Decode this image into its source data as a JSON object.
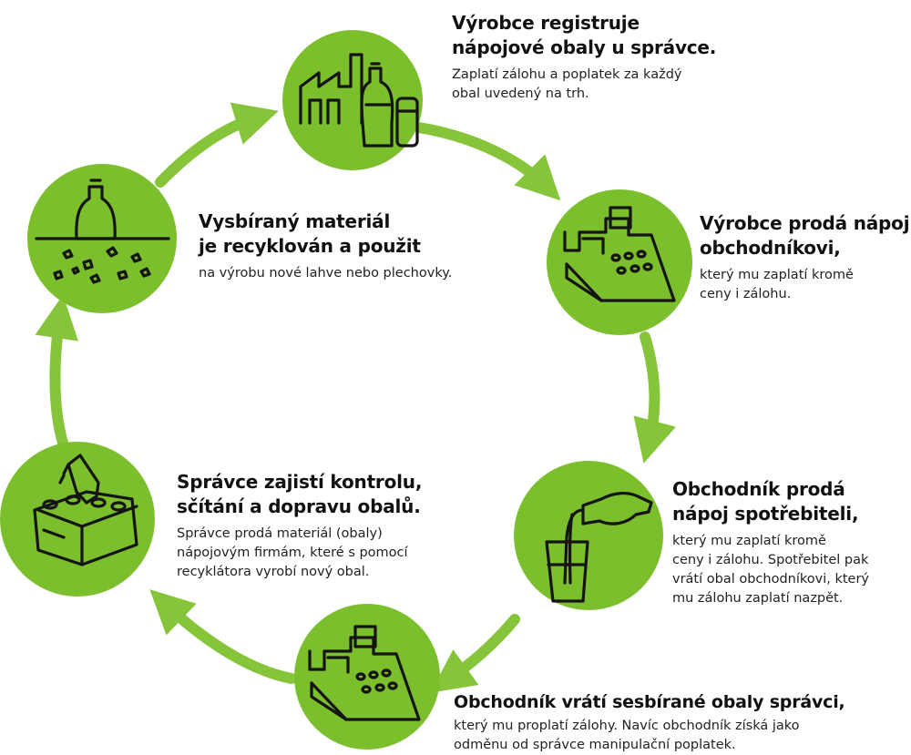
{
  "colors": {
    "circle": "#7CBF2D",
    "arrow": "#86C53A",
    "ink": "#141414"
  },
  "steps": [
    {
      "id": "producer-registers",
      "icon": "factory-bottle-can-icon",
      "title": [
        "Výrobce registruje",
        "nápojové obaly u správce."
      ],
      "desc": [
        "Zaplatí zálohu a poplatek za každý",
        "obal uvedený na trh."
      ]
    },
    {
      "id": "producer-sells",
      "icon": "cash-register-icon",
      "title": [
        "Výrobce prodá nápoj",
        "obchodníkovi,"
      ],
      "desc": [
        "který mu zaplatí kromě",
        "ceny i zálohu."
      ]
    },
    {
      "id": "retailer-sells",
      "icon": "pouring-bottle-glass-icon",
      "title": [
        "Obchodník prodá",
        "nápoj spotřebiteli,"
      ],
      "desc": [
        "který mu zaplatí kromě",
        "ceny i zálohu. Spotřebitel pak",
        "vrátí obal obchodníkovi, který",
        "mu zálohu zaplatí nazpět."
      ]
    },
    {
      "id": "retailer-returns",
      "icon": "cash-register-icon",
      "title": [
        "Obchodník vrátí sesbírané obaly správci,"
      ],
      "desc": [
        "který mu proplatí zálohy. Navíc obchodník získá jako",
        "odměnu od správce manipulační poplatek."
      ]
    },
    {
      "id": "administrator-controls",
      "icon": "crate-bottles-icon",
      "title": [
        "Správce zajistí kontrolu,",
        "sčítání a dopravu obalů."
      ],
      "desc": [
        "Správce prodá materiál (obaly)",
        "nápojovým firmám, které s pomocí",
        "recyklátora vyrobí nový obal."
      ]
    },
    {
      "id": "material-recycled",
      "icon": "bottle-shredded-icon",
      "title": [
        "Vysbíraný materiál",
        "je recyklován a použit"
      ],
      "desc": [
        "na výrobu nové lahve nebo plechovky."
      ]
    }
  ]
}
